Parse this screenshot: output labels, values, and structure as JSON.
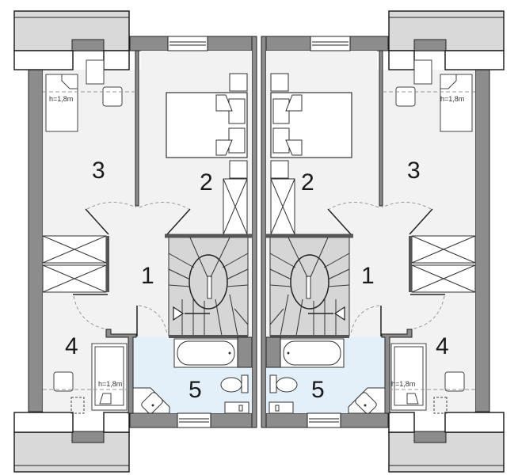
{
  "plan": {
    "type": "attic floor plan, semi-detached (mirrored units)",
    "colors": {
      "wall": "#8c8c8c",
      "wall_outline": "#222222",
      "floor": "#f2f2f2",
      "bathroom_floor": "#e3f0fa",
      "roof_window": "#d9d9d9",
      "stairs": "#d6d6d6",
      "furniture": "#ffffff"
    },
    "units": [
      {
        "side": "left",
        "rooms": [
          {
            "number": "1",
            "label": "1"
          },
          {
            "number": "2",
            "label": "2"
          },
          {
            "number": "3",
            "label": "3"
          },
          {
            "number": "4",
            "label": "4"
          },
          {
            "number": "5",
            "label": "5"
          }
        ],
        "height_labels": [
          "h=1,8m",
          "h=1,8m"
        ]
      },
      {
        "side": "right",
        "rooms": [
          {
            "number": "1",
            "label": "1"
          },
          {
            "number": "2",
            "label": "2"
          },
          {
            "number": "3",
            "label": "3"
          },
          {
            "number": "4",
            "label": "4"
          },
          {
            "number": "5",
            "label": "5"
          }
        ],
        "height_labels": [
          "h=1,8m",
          "h=1,8m"
        ]
      }
    ]
  }
}
